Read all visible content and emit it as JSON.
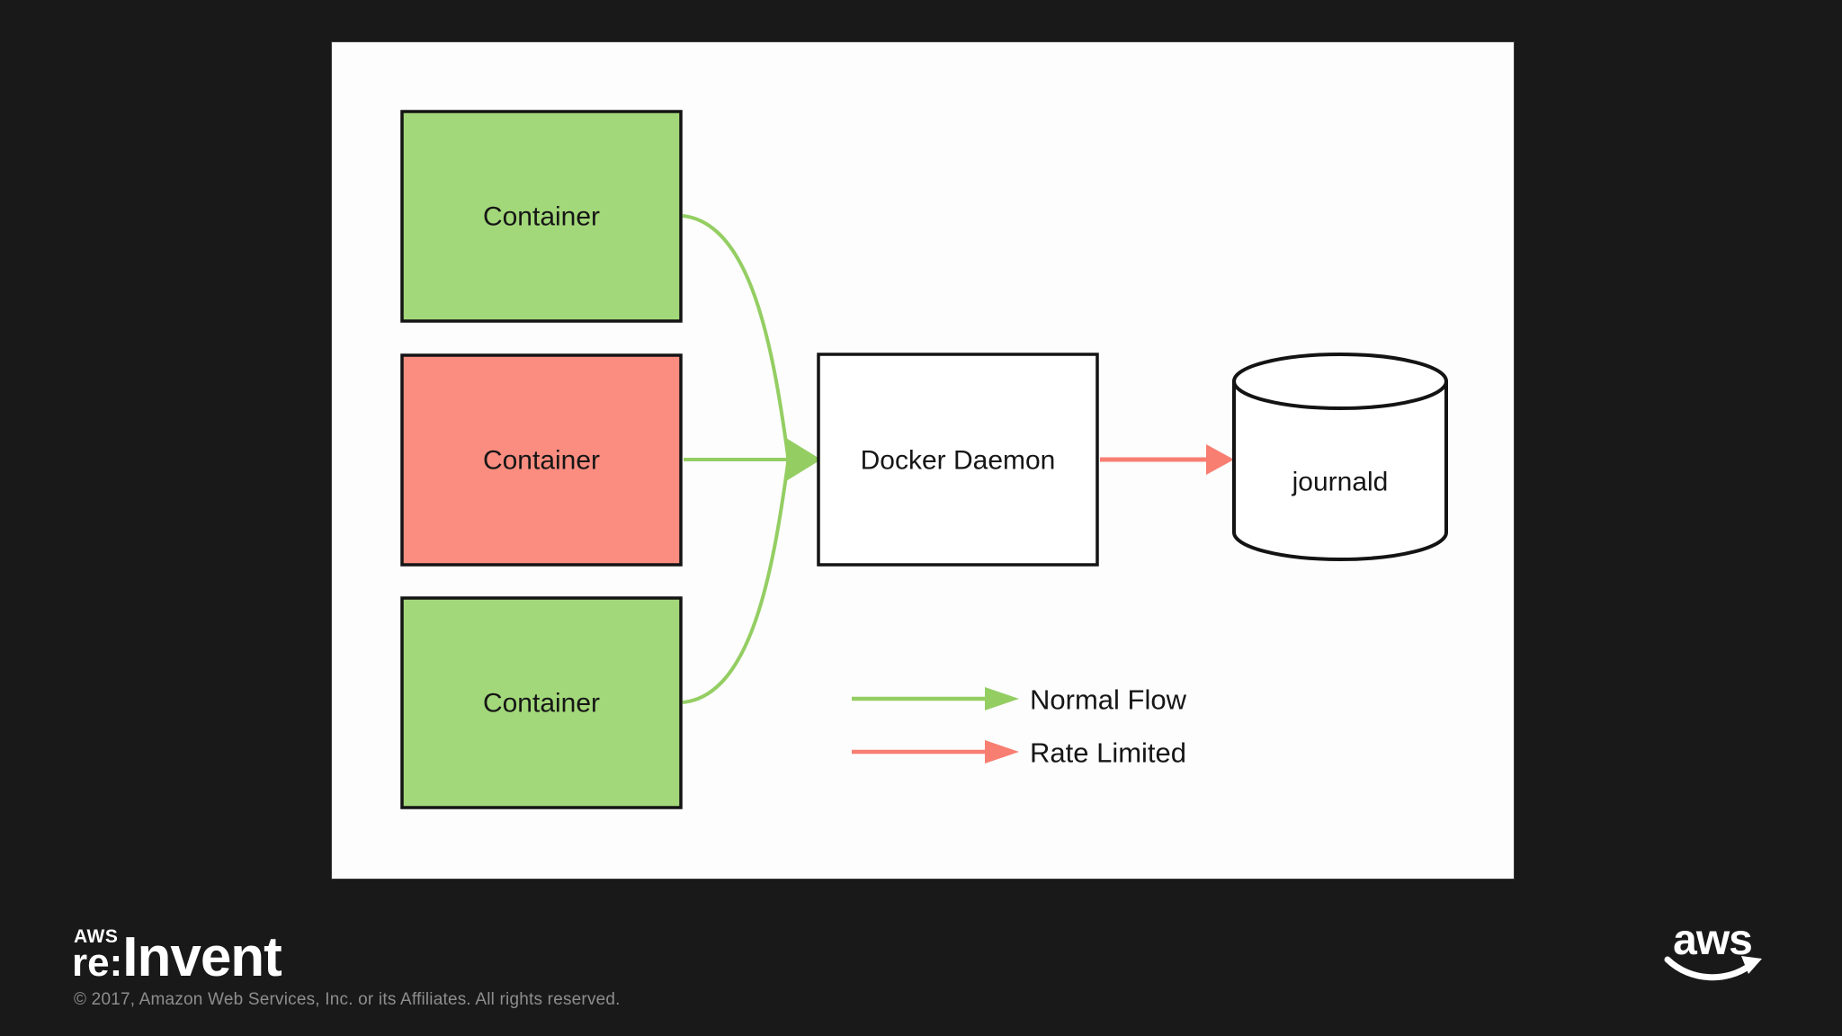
{
  "page": {
    "background": "#191919"
  },
  "slide": {
    "background": "#fdfdfd",
    "nodes": {
      "container_top": {
        "label": "Container",
        "fill": "#a3d87a"
      },
      "container_middle": {
        "label": "Container",
        "fill": "#fb8d80"
      },
      "container_bottom": {
        "label": "Container",
        "fill": "#a3d87a"
      },
      "docker_daemon": {
        "label": "Docker Daemon",
        "fill": "#ffffff"
      },
      "journald": {
        "label": "journald",
        "fill": "#ffffff"
      }
    },
    "edges": {
      "normal_color": "#94ce63",
      "rate_limited_color": "#f87e72"
    },
    "legend": {
      "normal": {
        "label": "Normal Flow",
        "color": "#94ce63"
      },
      "rate_limited": {
        "label": "Rate Limited",
        "color": "#f87e72"
      }
    }
  },
  "footer": {
    "reinvent": {
      "aws": "AWS",
      "re": "re:",
      "invent": "Invent"
    },
    "copyright": "© 2017, Amazon Web Services, Inc. or its Affiliates. All rights reserved.",
    "aws_logo": "aws"
  }
}
